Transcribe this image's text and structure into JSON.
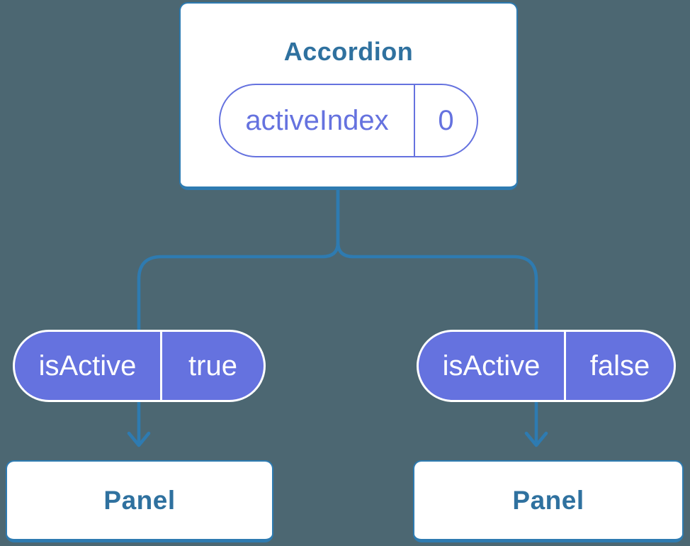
{
  "colors": {
    "background": "#4C6772",
    "connector_blue": "#2E7BB1",
    "heading_blue": "#2F719F",
    "purple": "#6572DF",
    "card_white": "#FFFFFF"
  },
  "root_component": {
    "title": "Accordion",
    "state": {
      "name": "activeIndex",
      "value": "0"
    }
  },
  "branches": [
    {
      "prop": {
        "name": "isActive",
        "value": "true"
      },
      "child": {
        "title": "Panel"
      }
    },
    {
      "prop": {
        "name": "isActive",
        "value": "false"
      },
      "child": {
        "title": "Panel"
      }
    }
  ]
}
